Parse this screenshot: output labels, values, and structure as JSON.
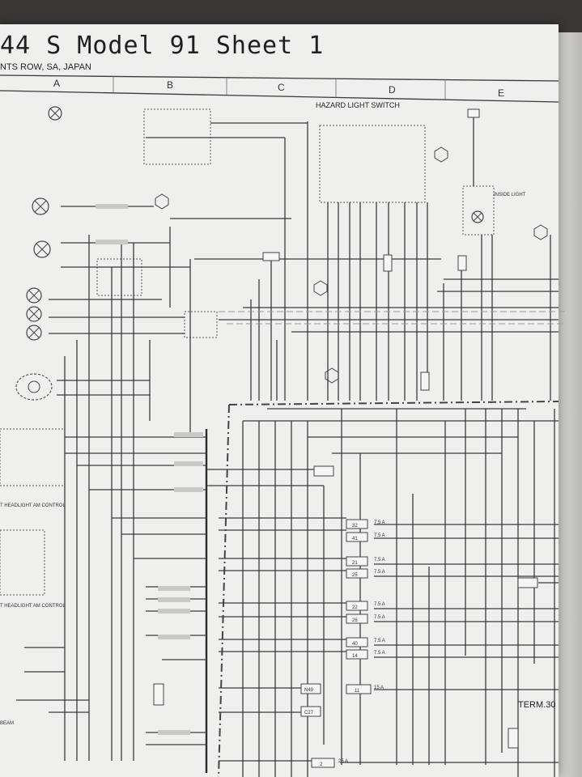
{
  "sheet": {
    "title": "44 S   Model 91   Sheet 1",
    "subtitle": "NTS  ROW, SA, JAPAN",
    "columns": [
      "A",
      "B",
      "C",
      "D",
      "E"
    ]
  },
  "components": {
    "hazard_switch": "HAZARD LIGHT SWITCH",
    "inside_light": "INSIDE LIGHT",
    "headlight_control_1": "T HEADLIGHT AM CONTROL",
    "headlight_control_2": "T HEADLIGHT AM CONTROL",
    "beam": "BEAM"
  },
  "fuses": [
    {
      "id": "32",
      "rating": "7.5 A"
    },
    {
      "id": "41",
      "rating": "7.5 A"
    },
    {
      "id": "21",
      "rating": "7.5 A"
    },
    {
      "id": "25",
      "rating": "7.5 A"
    },
    {
      "id": "22",
      "rating": "7.5 A"
    },
    {
      "id": "26",
      "rating": "7.5 A"
    },
    {
      "id": "40",
      "rating": "7.5 A"
    },
    {
      "id": "14",
      "rating": "7.5 A"
    },
    {
      "id": "11",
      "rating": "15 A"
    },
    {
      "id": "2",
      "rating": "25 A"
    }
  ],
  "terminals": {
    "term30": "TERM.30",
    "n49": "N49",
    "c27": "C27"
  },
  "icons": {
    "lamp": "lamp-symbol-icon",
    "ground": "ground-hexagon-icon"
  }
}
